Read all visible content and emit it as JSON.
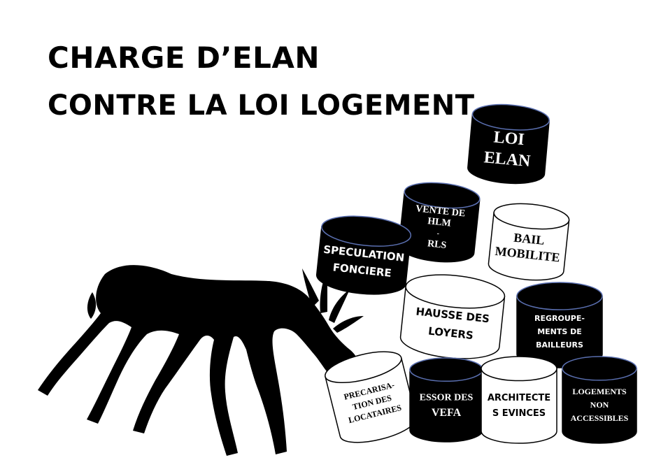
{
  "title": {
    "line1": "CHARGE D’ELAN",
    "line2": "CONTRE LA LOI LOGEMENT"
  },
  "barrels": [
    {
      "id": "loi-elan",
      "lines": [
        "LOI",
        "ELAN"
      ],
      "fill": "#000000"
    },
    {
      "id": "vente-hlm",
      "lines": [
        "VENTE DE",
        "HLM",
        "-",
        "RLS"
      ],
      "fill": "#000000"
    },
    {
      "id": "bail-mobilite",
      "lines": [
        "BAIL",
        "MOBILITE"
      ],
      "fill": "#ffffff"
    },
    {
      "id": "speculation-fonciere",
      "lines": [
        "SPECULATION",
        "FONCIERE"
      ],
      "fill": "#000000"
    },
    {
      "id": "hausse-des-loyers",
      "lines": [
        "HAUSSE DES",
        "LOYERS"
      ],
      "fill": "#ffffff"
    },
    {
      "id": "regroupements-bailleurs",
      "lines": [
        "REGROUPE-",
        "MENTS DE",
        "BAILLEURS"
      ],
      "fill": "#000000"
    },
    {
      "id": "precarisation",
      "lines": [
        "PRECARISA-",
        "TION DES",
        "LOCATAIRES"
      ],
      "fill": "#ffffff"
    },
    {
      "id": "essor-vefa",
      "lines": [
        "ESSOR DES",
        "VEFA"
      ],
      "fill": "#000000"
    },
    {
      "id": "architectes-evinces",
      "lines": [
        "ARCHITECTE",
        "S EVINCES"
      ],
      "fill": "#ffffff"
    },
    {
      "id": "logements-non-accessibles",
      "lines": [
        "LOGEMENTS",
        "NON",
        "ACCESSIBLES"
      ],
      "fill": "#000000"
    }
  ]
}
